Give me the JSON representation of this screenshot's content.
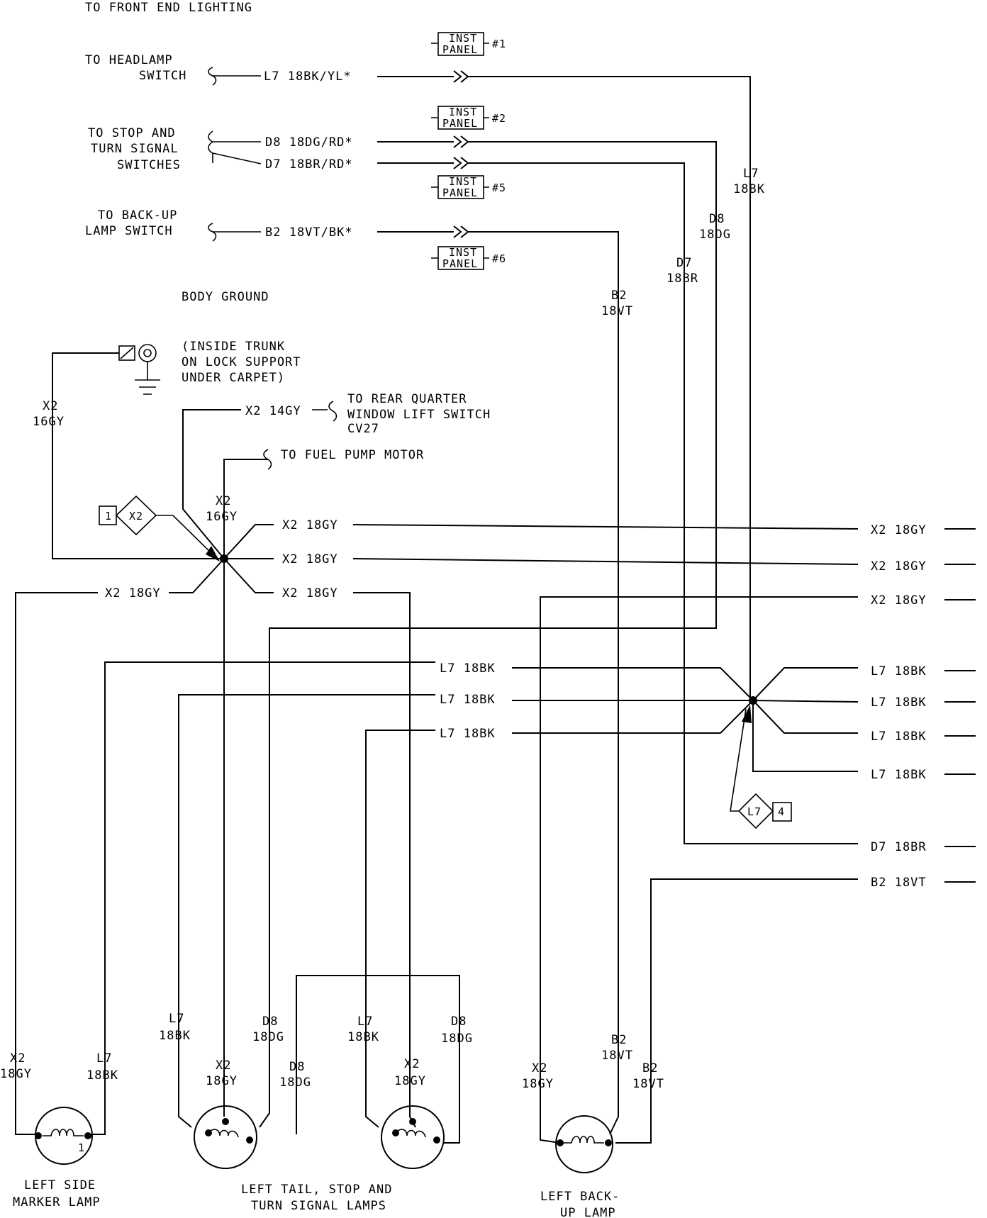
{
  "header": {
    "front_end": "TO FRONT END LIGHTING"
  },
  "sources": {
    "headlamp": [
      "TO HEADLAMP",
      "SWITCH"
    ],
    "stop_turn": [
      "TO STOP AND",
      "TURN SIGNAL",
      "SWITCHES"
    ],
    "backup": [
      "TO BACK-UP",
      "LAMP SWITCH"
    ]
  },
  "inputs": {
    "l7": "L7 18BK/YL*",
    "d8": "D8 18DG/RD*",
    "d7": "D7 18BR/RD*",
    "b2": "B2 18VT/BK*"
  },
  "inst_panel": {
    "line1": "INST",
    "line2": "PANEL",
    "refs": [
      "#1",
      "#2",
      "#5",
      "#6"
    ]
  },
  "ground": {
    "title": "BODY GROUND",
    "location": [
      "(INSIDE TRUNK",
      "ON LOCK SUPPORT",
      "UNDER CARPET)"
    ]
  },
  "splices": {
    "x2_id": "X2",
    "x2_ref": "1",
    "l7_id": "L7",
    "l7_ref": "4"
  },
  "branches": {
    "window": {
      "wire": "X2 14GY",
      "label": [
        "TO REAR QUARTER",
        "WINDOW LIFT SWITCH",
        "CV27"
      ]
    },
    "fuel": {
      "label": "TO FUEL PUMP MOTOR"
    }
  },
  "wires": {
    "x2_16gy": [
      "X2",
      "16GY"
    ],
    "x2_18gy": "X2 18GY",
    "x2_18gy_v": [
      "X2",
      "18GY"
    ],
    "l7_18bk": "L7 18BK",
    "l7_18bk_v": [
      "L7",
      "18BK"
    ],
    "d8_18dg_v": [
      "D8",
      "18DG"
    ],
    "d7_18br_v": [
      "D7",
      "18BR"
    ],
    "d7_18br": "D7 18BR",
    "b2_18vt_v": [
      "B2",
      "18VT"
    ],
    "b2_18vt": "B2 18VT"
  },
  "lamps": {
    "marker": [
      "LEFT SIDE",
      "MARKER LAMP"
    ],
    "tail": [
      "LEFT TAIL, STOP AND",
      "TURN SIGNAL LAMPS"
    ],
    "backup": [
      "LEFT BACK-",
      "UP LAMP"
    ],
    "marker_pin": "1"
  }
}
